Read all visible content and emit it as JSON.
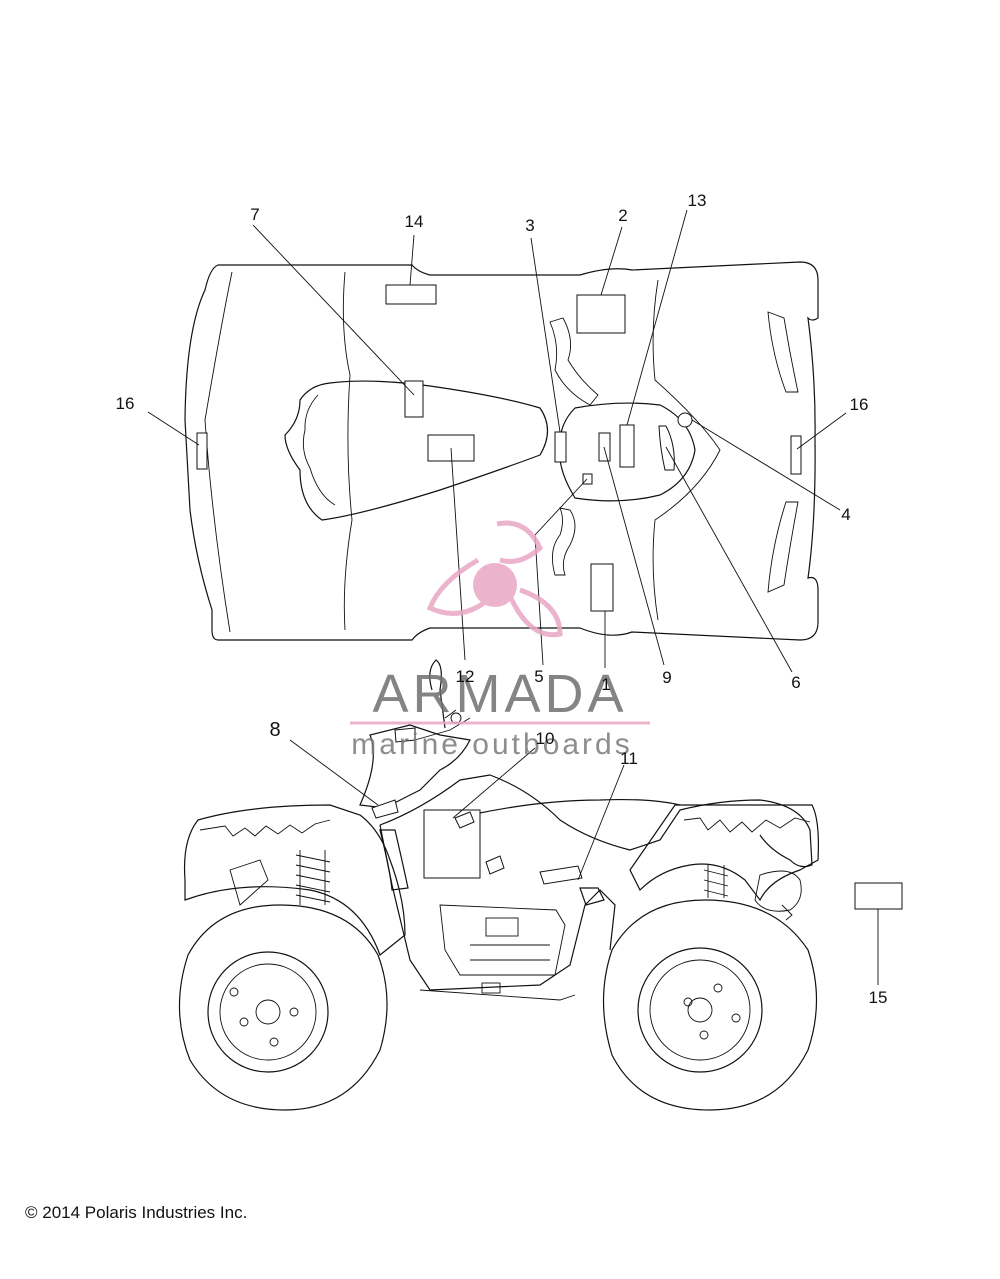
{
  "diagram": {
    "callouts": [
      "1",
      "2",
      "3",
      "4",
      "5",
      "6",
      "7",
      "8",
      "9",
      "10",
      "11",
      "12",
      "13",
      "14",
      "15",
      "16"
    ]
  },
  "watermark": {
    "brand": "ARMADA",
    "tagline": "marine outboards",
    "color": "#e8a8c4"
  },
  "footer": {
    "copyright": "© 2014 Polaris Industries Inc."
  }
}
